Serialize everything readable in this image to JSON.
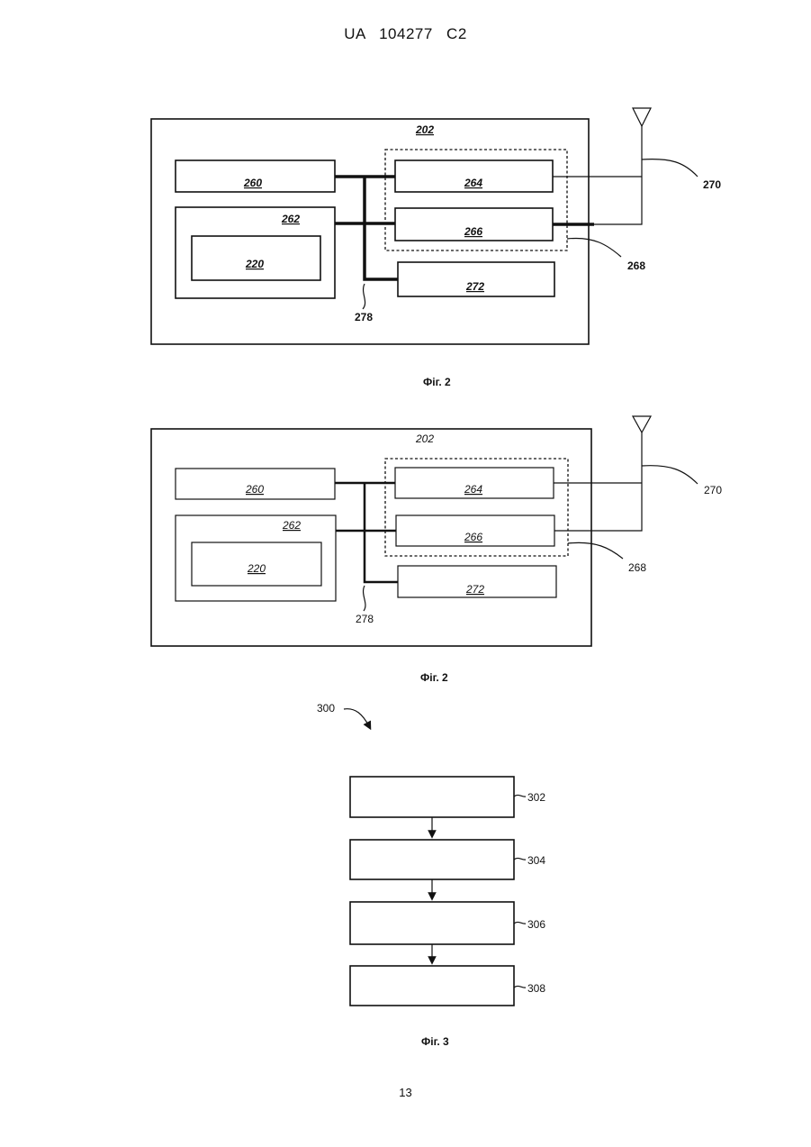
{
  "header": {
    "text": "UA 104277 C2"
  },
  "figures": {
    "fig2a": {
      "caption": "Фіг. 2",
      "labels": {
        "outer": "202",
        "b260": "260",
        "b262": "262",
        "b220": "220",
        "b264": "264",
        "b266": "266",
        "b272": "272",
        "ref270": "270",
        "ref268": "268",
        "ref278": "278"
      }
    },
    "fig2b": {
      "caption": "Фіг. 2",
      "labels": {
        "outer": "202",
        "b260": "260",
        "b262": "262",
        "b220": "220",
        "b264": "264",
        "b266": "266",
        "b272": "272",
        "ref270": "270",
        "ref268": "268",
        "ref278": "278"
      }
    },
    "fig3": {
      "caption": "Фіг. 3",
      "ref300": "300",
      "steps": [
        "302",
        "304",
        "306",
        "308"
      ]
    }
  },
  "page_number": "13"
}
